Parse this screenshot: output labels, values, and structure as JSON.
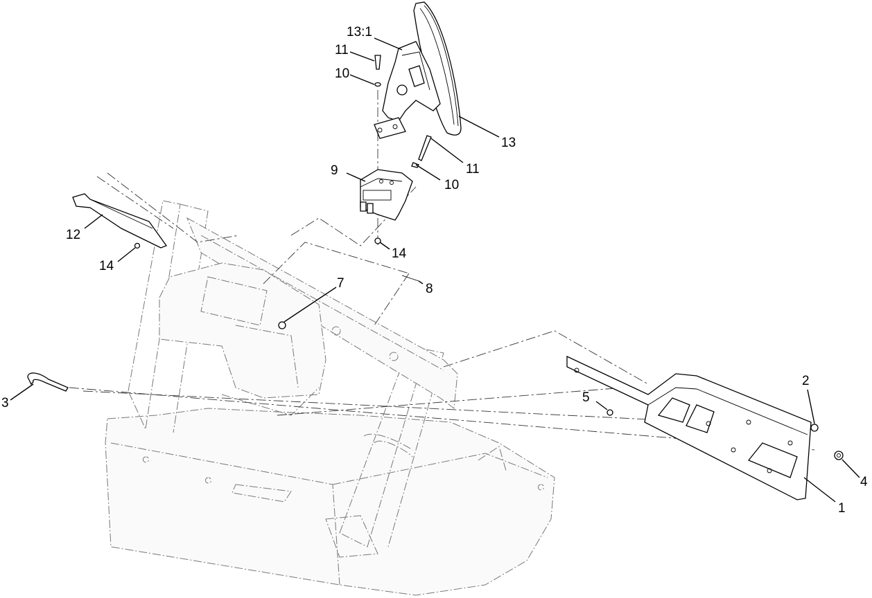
{
  "callouts": {
    "c1": "1",
    "c2": "2",
    "c3": "3",
    "c4": "4",
    "c5": "5",
    "c7": "7",
    "c8": "8",
    "c9": "9",
    "c10a": "10",
    "c10b": "10",
    "c11a": "11",
    "c11b": "11",
    "c12": "12",
    "c13": "13",
    "c13_1": "13:1",
    "c14a": "14",
    "c14b": "14"
  }
}
